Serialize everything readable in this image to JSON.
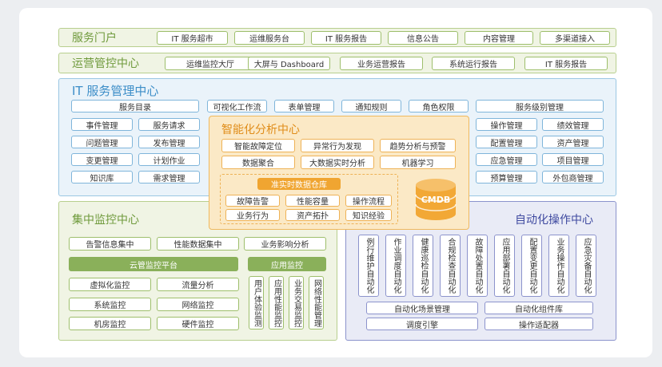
{
  "portal": {
    "title": "服务门户",
    "items": [
      "IT 服务超市",
      "运维服务台",
      "IT 服务报告",
      "信息公告",
      "内容管理",
      "多渠道接入"
    ]
  },
  "ops": {
    "title": "运营管控中心",
    "items": [
      "运维监控大厅",
      "大屏与 Dashboard",
      "业务运营报告",
      "系统运行报告",
      "IT 服务报告"
    ]
  },
  "itsm": {
    "title": "IT 服务管理中心",
    "top_row": [
      "服务目录",
      "可视化工作流",
      "表单管理",
      "通知规则",
      "角色权限",
      "服务级别管理"
    ],
    "left_grid": [
      "事件管理",
      "服务请求",
      "问题管理",
      "发布管理",
      "变更管理",
      "计划作业",
      "知识库",
      "需求管理"
    ],
    "right_grid": [
      "操作管理",
      "绩效管理",
      "配置管理",
      "资产管理",
      "应急管理",
      "项目管理",
      "预算管理",
      "外包商管理"
    ]
  },
  "analytics": {
    "title": "智能化分析中心",
    "items": [
      "智能故障定位",
      "异常行为发现",
      "趋势分析与预警",
      "数据聚合",
      "大数据实时分析",
      "机器学习"
    ],
    "warehouse_title": "准实时数据仓库",
    "warehouse_items": [
      "故障告警",
      "性能容量",
      "操作流程",
      "业务行为",
      "资产拓扑",
      "知识经验"
    ],
    "cmdb": "CMDB"
  },
  "monitor": {
    "title": "集中监控中心",
    "row1": [
      "告警信息集中",
      "性能数据集中",
      "业务影响分析"
    ],
    "cloud": "云管监控平台",
    "cloud_items": [
      "虚拟化监控",
      "流量分析",
      "系统监控",
      "网络监控",
      "机房监控",
      "硬件监控"
    ],
    "app": "应用监控",
    "app_items": [
      "用户体验监测",
      "应用性能监控",
      "业务交易监控",
      "网络性能管理"
    ]
  },
  "automation": {
    "title": "自动化操作中心",
    "vertical_items": [
      "例行维护自动化",
      "作业调度自动化",
      "健康巡检自动化",
      "合规检查自动化",
      "故障处置自动化",
      "应用部署自动化",
      "配置变更自动化",
      "业务操作自动化",
      "应急灾备自动化"
    ],
    "bottom_items": [
      "自动化场景管理",
      "自动化组件库",
      "调度引擎",
      "操作适配器"
    ]
  }
}
